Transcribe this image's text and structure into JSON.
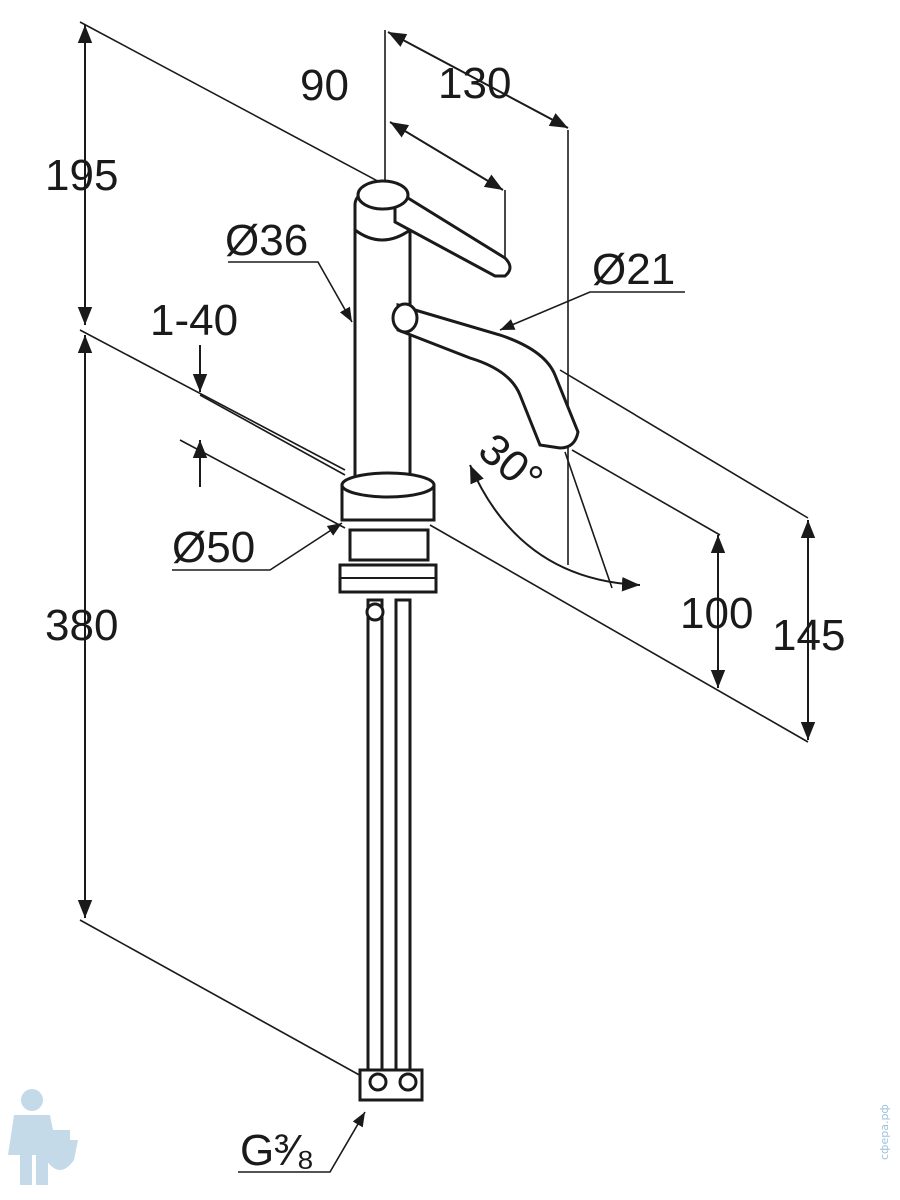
{
  "dimensions": {
    "height_top": "195",
    "height_bottom": "380",
    "lever_length": "90",
    "spout_reach": "130",
    "body_diameter": "Ø36",
    "spout_diameter": "Ø21",
    "deck_thickness": "1-40",
    "angle": "30°",
    "base_diameter": "Ø50",
    "spout_height": "100",
    "outlet_height": "145",
    "connection": "G³⁄₈"
  },
  "watermark": {
    "logo": "plumber-mascot",
    "text": "сфера.рф"
  },
  "colors": {
    "line": "#1a1a1a",
    "background": "#ffffff",
    "watermark": "#9fc2dc"
  }
}
